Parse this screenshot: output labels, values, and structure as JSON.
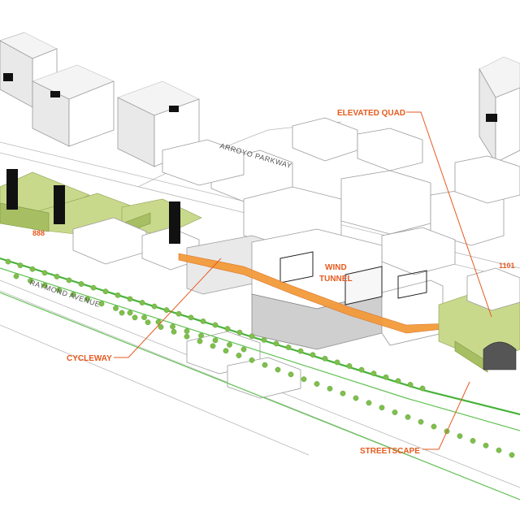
{
  "labels": {
    "elevated_quad": "ELEVATED QUAD",
    "wind_tunnel_line1": "WIND",
    "wind_tunnel_line2": "TUNNEL",
    "cycleway": "CYCLEWAY",
    "streetscape": "STREETSCAPE",
    "building_888": "888",
    "building_1101": "1101"
  },
  "streets": {
    "arroyo": "ARROYO PARKWAY",
    "raymond": "RAYMOND AVENUE"
  },
  "colors": {
    "label": "#e65a1e",
    "park": "#c9d98c",
    "cycleway": "#47b33a",
    "tunnel": "#f39a3a",
    "tower": "#111111"
  }
}
